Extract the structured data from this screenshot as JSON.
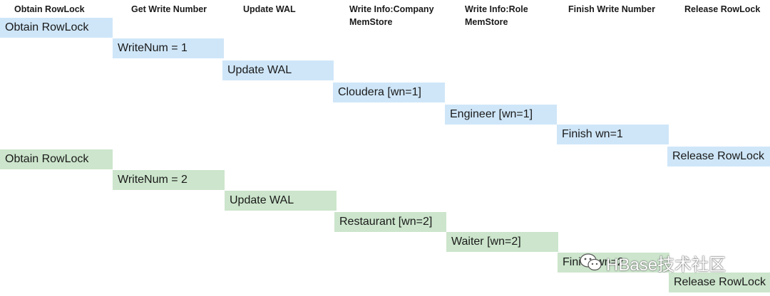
{
  "headers": [
    "Obtain RowLock",
    "Get Write Number",
    "Update WAL",
    "Write Info:Company\nMemStore",
    "Write Info:Role\nMemStore",
    "Finish Write Number",
    "Release RowLock"
  ],
  "row1": [
    "Obtain RowLock",
    "WriteNum = 1",
    "Update WAL",
    "Cloudera [wn=1]",
    "Engineer [wn=1]",
    "Finish wn=1",
    "Release RowLock"
  ],
  "row2": [
    "Obtain RowLock",
    "WriteNum = 2",
    "Update WAL",
    "Restaurant [wn=2]",
    "Waiter [wn=2]",
    "Finish wn=2",
    "Release RowLock"
  ],
  "watermark": {
    "text": "HBase技术社区",
    "icon": "wechat-icon"
  },
  "colors": {
    "row1": "#cfe6f8",
    "row2": "#cce5cc"
  }
}
